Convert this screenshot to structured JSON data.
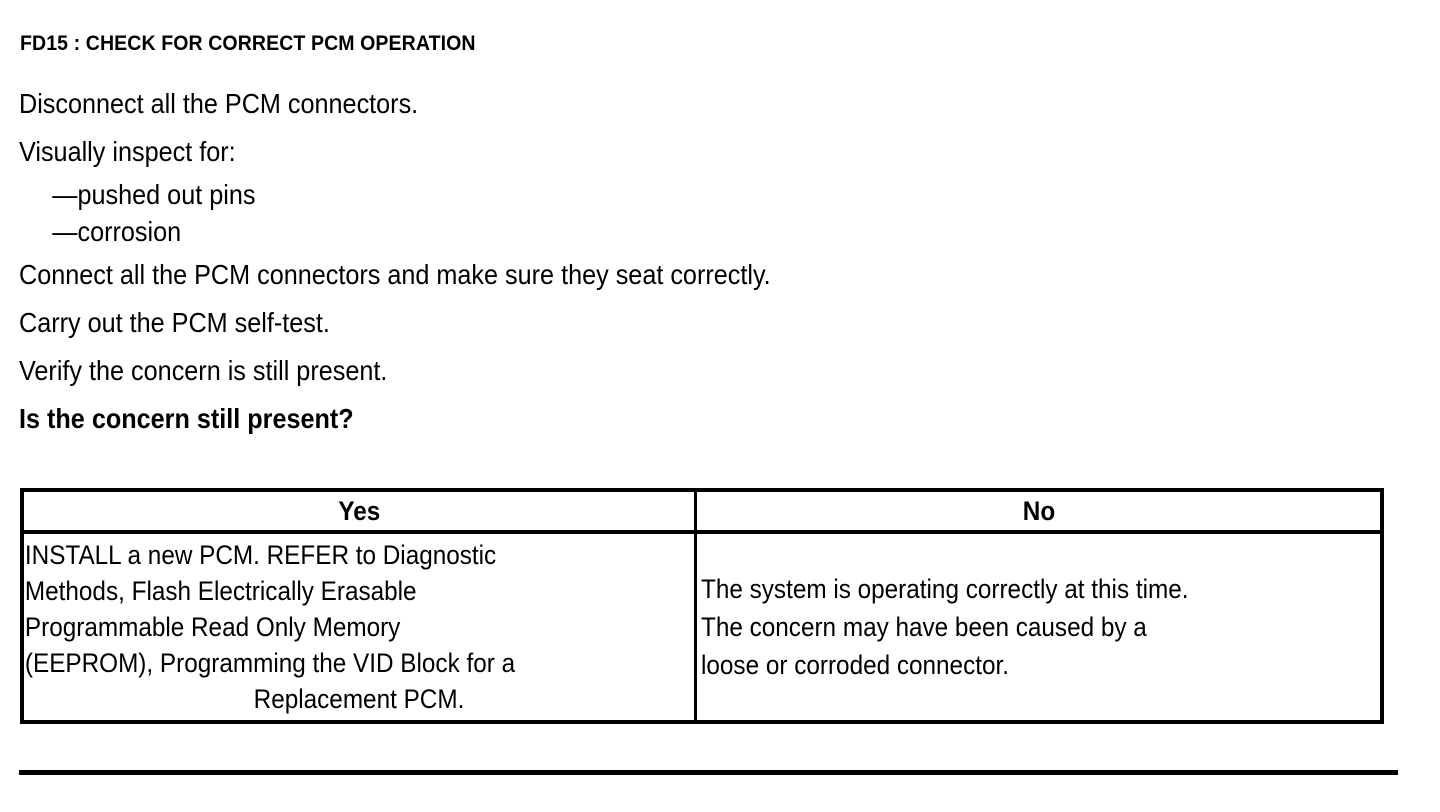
{
  "document": {
    "step_title": "FD15 : CHECK FOR CORRECT PCM OPERATION",
    "instructions": [
      {
        "text": "Disconnect all the PCM connectors.",
        "style": "normal"
      },
      {
        "text": "Visually inspect for:",
        "style": "normal"
      },
      {
        "text": "—pushed out pins",
        "style": "sub"
      },
      {
        "text": "—corrosion",
        "style": "sub"
      },
      {
        "text": "Connect all the PCM connectors and make sure they seat correctly.",
        "style": "normal"
      },
      {
        "text": "Carry out the PCM self-test.",
        "style": "normal"
      },
      {
        "text": "Verify the concern is still present.",
        "style": "normal"
      },
      {
        "text": "Is the concern still present?",
        "style": "bold"
      }
    ]
  },
  "decision_table": {
    "headers": {
      "yes": "Yes",
      "no": "No"
    },
    "yes_cell": {
      "lines": [
        "INSTALL a new PCM. REFER to Diagnostic",
        "Methods, Flash Electrically Erasable",
        "Programmable Read Only Memory",
        "(EEPROM), Programming the VID Block for a",
        "Replacement PCM."
      ]
    },
    "no_cell": {
      "lines": [
        "The system is operating correctly at this time.",
        "The concern may have been caused by a",
        "loose or corroded connector."
      ]
    }
  },
  "colors": {
    "ink": "#000000",
    "paper": "#ffffff"
  }
}
